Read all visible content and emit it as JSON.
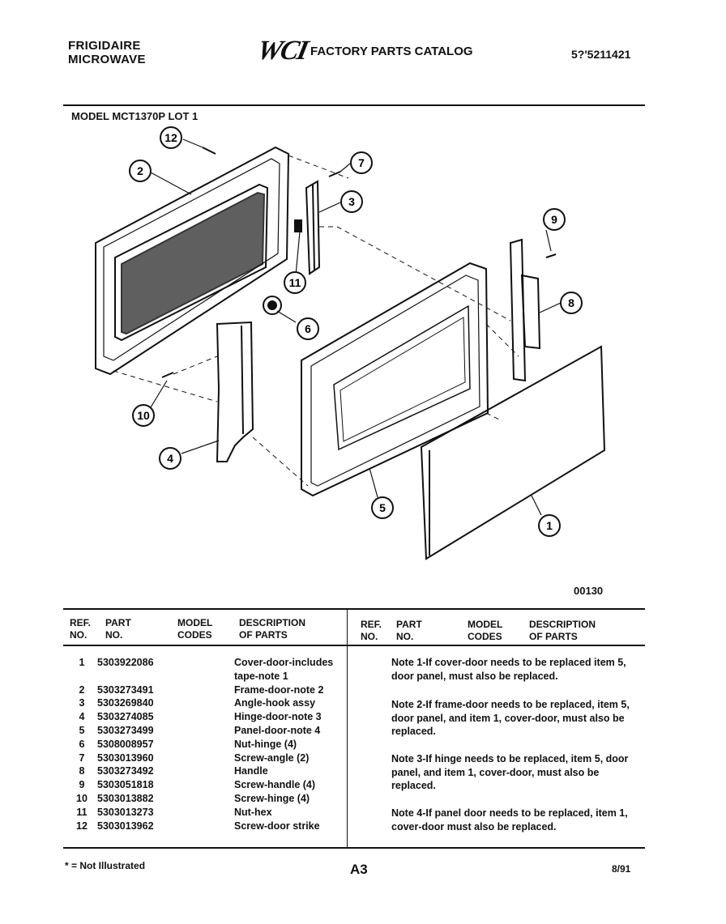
{
  "header": {
    "brand_line1": "FRIGIDAIRE",
    "brand_line2": "MICROWAVE",
    "logo": "WCI",
    "catalog_title": "FACTORY PARTS CATALOG",
    "catalog_number": "5?'5211421"
  },
  "model_line": "MODEL MCT1370P LOT 1",
  "diagram": {
    "drawing_number": "00130",
    "callouts": [
      "1",
      "2",
      "3",
      "4",
      "5",
      "6",
      "7",
      "8",
      "9",
      "10",
      "11",
      "12"
    ]
  },
  "table": {
    "headers_left": {
      "ref_1": "REF.",
      "ref_2": "NO.",
      "part_1": "PART",
      "part_2": "NO.",
      "model_1": "MODEL",
      "model_2": "CODES",
      "desc_1": "DESCRIPTION",
      "desc_2": "OF PARTS"
    },
    "headers_right": {
      "ref_1": "REF.",
      "ref_2": "NO.",
      "part_1": "PART",
      "part_2": "NO.",
      "model_1": "MODEL",
      "model_2": "CODES",
      "desc_1": "DESCRIPTION",
      "desc_2": "OF PARTS"
    },
    "rows": [
      {
        "ref": "1",
        "part": "5303922086",
        "desc": "Cover-door-includes"
      },
      {
        "ref": "",
        "part": "",
        "desc": "tape-note 1"
      },
      {
        "ref": "2",
        "part": "5303273491",
        "desc": "Frame-door-note 2"
      },
      {
        "ref": "3",
        "part": "5303269840",
        "desc": "Angle-hook assy"
      },
      {
        "ref": "4",
        "part": "5303274085",
        "desc": "Hinge-door-note 3"
      },
      {
        "ref": "5",
        "part": "5303273499",
        "desc": "Panel-door-note 4"
      },
      {
        "ref": "6",
        "part": "5308008957",
        "desc": "Nut-hinge (4)"
      },
      {
        "ref": "7",
        "part": "5303013960",
        "desc": "Screw-angle (2)"
      },
      {
        "ref": "8",
        "part": "5303273492",
        "desc": "Handle"
      },
      {
        "ref": "9",
        "part": "5303051818",
        "desc": "Screw-handle (4)"
      },
      {
        "ref": "10",
        "part": "5303013882",
        "desc": "Screw-hinge (4)"
      },
      {
        "ref": "11",
        "part": "5303013273",
        "desc": "Nut-hex"
      },
      {
        "ref": "12",
        "part": "5303013962",
        "desc": "Screw-door strike"
      }
    ],
    "notes": [
      "Note 1-If cover-door needs to be replaced item 5, door panel, must also be replaced.",
      "Note 2-If frame-door needs to be replaced, item 5, door panel, and item 1, cover-door, must also be replaced.",
      "Note 3-If hinge needs to be replaced, item 5, door panel, and item 1, cover-door, must also be replaced.",
      "Note 4-If panel door needs to be replaced, item 1, cover-door must also be replaced."
    ]
  },
  "footer": {
    "left": "* = Not Illustrated",
    "page": "A3",
    "date": "8/91"
  }
}
